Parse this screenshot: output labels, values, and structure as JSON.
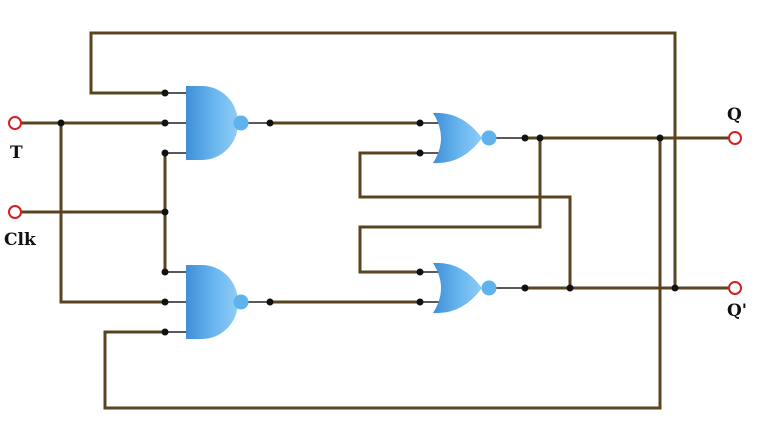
{
  "diagram": {
    "title": "",
    "labels": {
      "t": "T",
      "clk": "Clk",
      "q": "Q",
      "q_bar": "Q'"
    },
    "gates": [
      {
        "id": "nand-top",
        "type": "NAND",
        "inputs": 3
      },
      {
        "id": "nand-bottom",
        "type": "NAND",
        "inputs": 3
      },
      {
        "id": "nor-top",
        "type": "NOR",
        "inputs": 2
      },
      {
        "id": "nor-bottom",
        "type": "NOR",
        "inputs": 2
      }
    ],
    "colors": {
      "wire": "#5a4420",
      "gate_light": "#8fcdf5",
      "gate_dark": "#3f8fd8",
      "terminal": "#d42020"
    }
  }
}
